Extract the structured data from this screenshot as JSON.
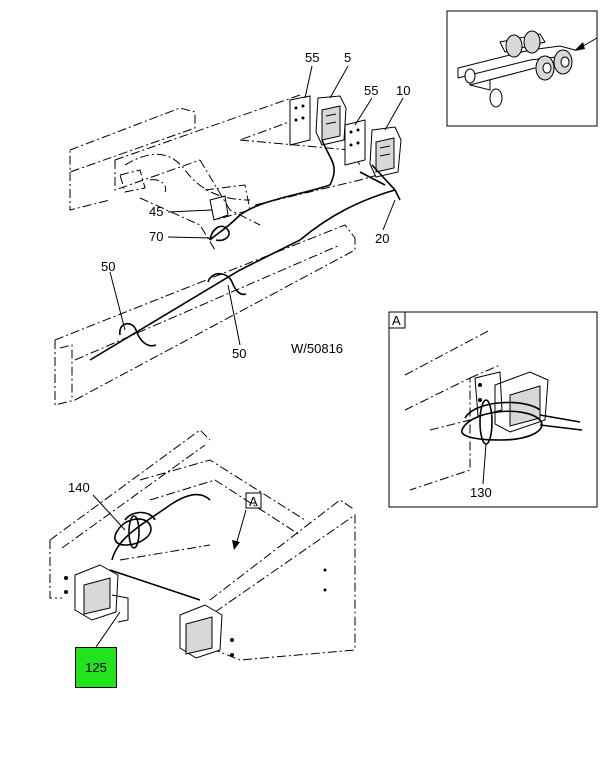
{
  "drawing_number": "W/50816",
  "callouts": {
    "c55a": "55",
    "c5": "5",
    "c55b": "55",
    "c10": "10",
    "c45": "45",
    "c70": "70",
    "c20": "20",
    "c50a": "50",
    "c50b": "50",
    "c140": "140",
    "c125": "125",
    "c130": "130"
  },
  "view_labels": {
    "detail_box": "A",
    "detail_ref": "A"
  },
  "highlight_color": "#22e31e"
}
